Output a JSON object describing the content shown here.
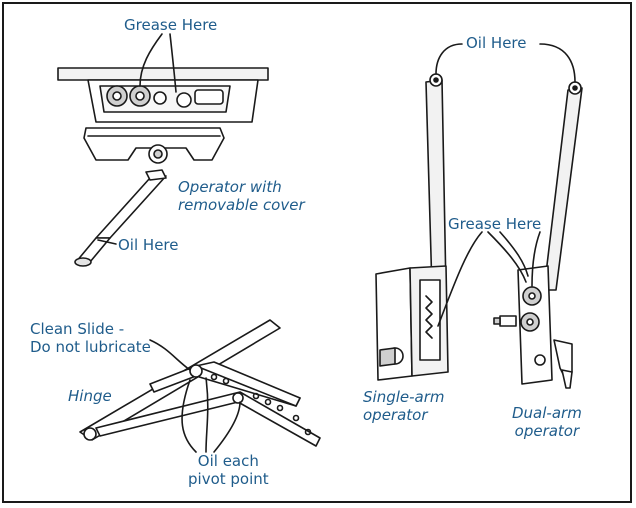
{
  "labels": {
    "grease_top": "Grease Here",
    "operator_cover_line1": "Operator with",
    "operator_cover_line2": "removable cover",
    "oil_crank": "Oil Here",
    "clean_slide_line1": "Clean Slide -",
    "clean_slide_line2": "Do not lubricate",
    "hinge": "Hinge",
    "oil_pivot_line1": "Oil each",
    "oil_pivot_line2": "pivot point",
    "oil_arms": "Oil Here",
    "grease_right": "Grease Here",
    "single_arm_line1": "Single-arm",
    "single_arm_line2": "operator",
    "dual_arm_line1": "Dual-arm",
    "dual_arm_line2": "operator"
  },
  "colors": {
    "label": "#1f5c8b",
    "line": "#1a1a1a",
    "fill_light": "#f2f2f2",
    "fill_mid": "#cfcfcf"
  }
}
